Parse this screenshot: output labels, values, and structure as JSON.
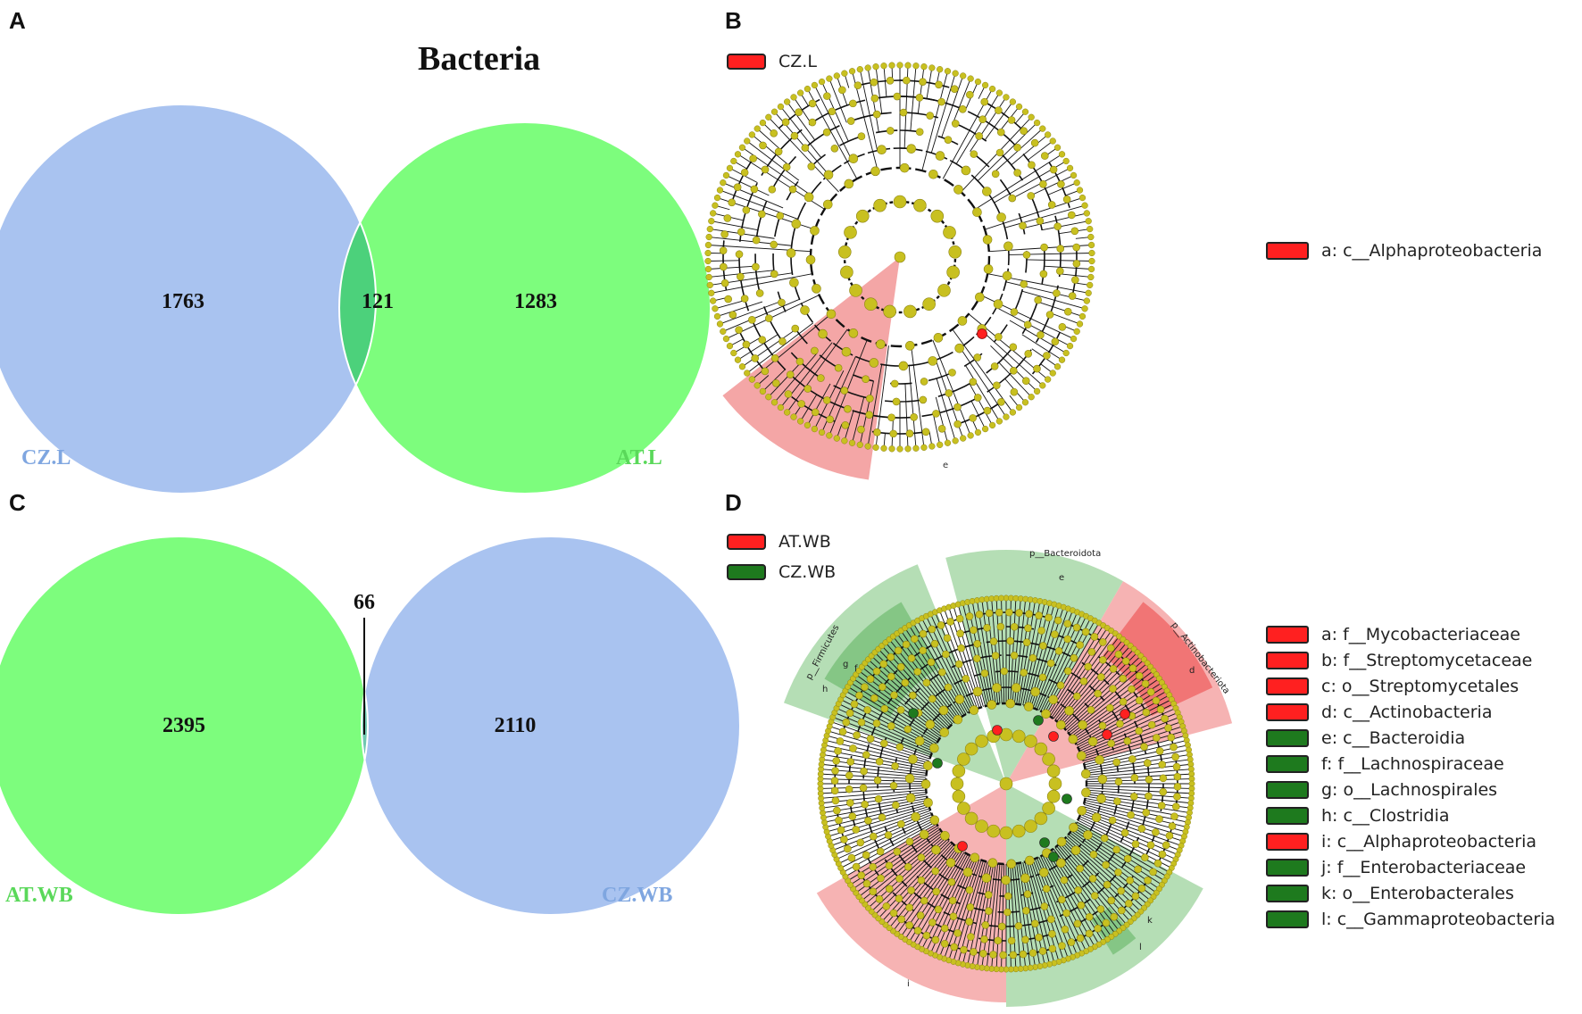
{
  "panel_labels": {
    "a": "A",
    "b": "B",
    "c": "C",
    "d": "D"
  },
  "panel_a": {
    "title": "Bacteria",
    "left_set": {
      "label": "CZ.L",
      "count": "1763",
      "color": "#a9c3f0"
    },
    "right_set": {
      "label": "AT.L",
      "count": "1283",
      "color": "#7dfd7d"
    },
    "overlap": {
      "count": "121",
      "color": "#4cd17b"
    }
  },
  "panel_b": {
    "group_legend": [
      {
        "label": "CZ.L",
        "color": "#ff2020"
      }
    ],
    "highlight_label": "e",
    "taxa_legend": [
      {
        "label": "a: c__Alphaproteobacteria",
        "color": "#ff2020"
      }
    ]
  },
  "panel_c": {
    "left_set": {
      "label": "AT.WB",
      "count": "2395",
      "color": "#7dfd7d"
    },
    "right_set": {
      "label": "CZ.WB",
      "count": "2110",
      "color": "#a9c3f0"
    },
    "overlap": {
      "count": "66",
      "color": "#70c8b0"
    }
  },
  "panel_d": {
    "group_legend": [
      {
        "label": "AT.WB",
        "color": "#ff2020"
      },
      {
        "label": "CZ.WB",
        "color": "#1e7a1e"
      }
    ],
    "sector_labels": {
      "bacteroidota": "p__Bacteroidota",
      "actinobacteriota": "p__Actinobacteriota",
      "firmicutes": "p__Firmicutes",
      "e": "e",
      "d": "d",
      "h": "h",
      "g": "g",
      "f": "f",
      "i": "i",
      "l": "l",
      "k": "k"
    },
    "taxa_legend": [
      {
        "label": "a: f__Mycobacteriaceae",
        "color": "#ff2020"
      },
      {
        "label": "b: f__Streptomycetaceae",
        "color": "#ff2020"
      },
      {
        "label": "c: o__Streptomycetales",
        "color": "#ff2020"
      },
      {
        "label": "d: c__Actinobacteria",
        "color": "#ff2020"
      },
      {
        "label": "e: c__Bacteroidia",
        "color": "#1e7a1e"
      },
      {
        "label": "f: f__Lachnospiraceae",
        "color": "#1e7a1e"
      },
      {
        "label": "g: o__Lachnospirales",
        "color": "#1e7a1e"
      },
      {
        "label": "h: c__Clostridia",
        "color": "#1e7a1e"
      },
      {
        "label": "i: c__Alphaproteobacteria",
        "color": "#ff2020"
      },
      {
        "label": "j: f__Enterobacteriaceae",
        "color": "#1e7a1e"
      },
      {
        "label": "k: o__Enterobacterales",
        "color": "#1e7a1e"
      },
      {
        "label": "l: c__Gammaproteobacteria",
        "color": "#1e7a1e"
      }
    ]
  },
  "colors": {
    "node": "#c8c020",
    "node_stroke": "#8c8414",
    "red_sector": "#f4a6a6",
    "green_sector": "#a8d8a8"
  }
}
